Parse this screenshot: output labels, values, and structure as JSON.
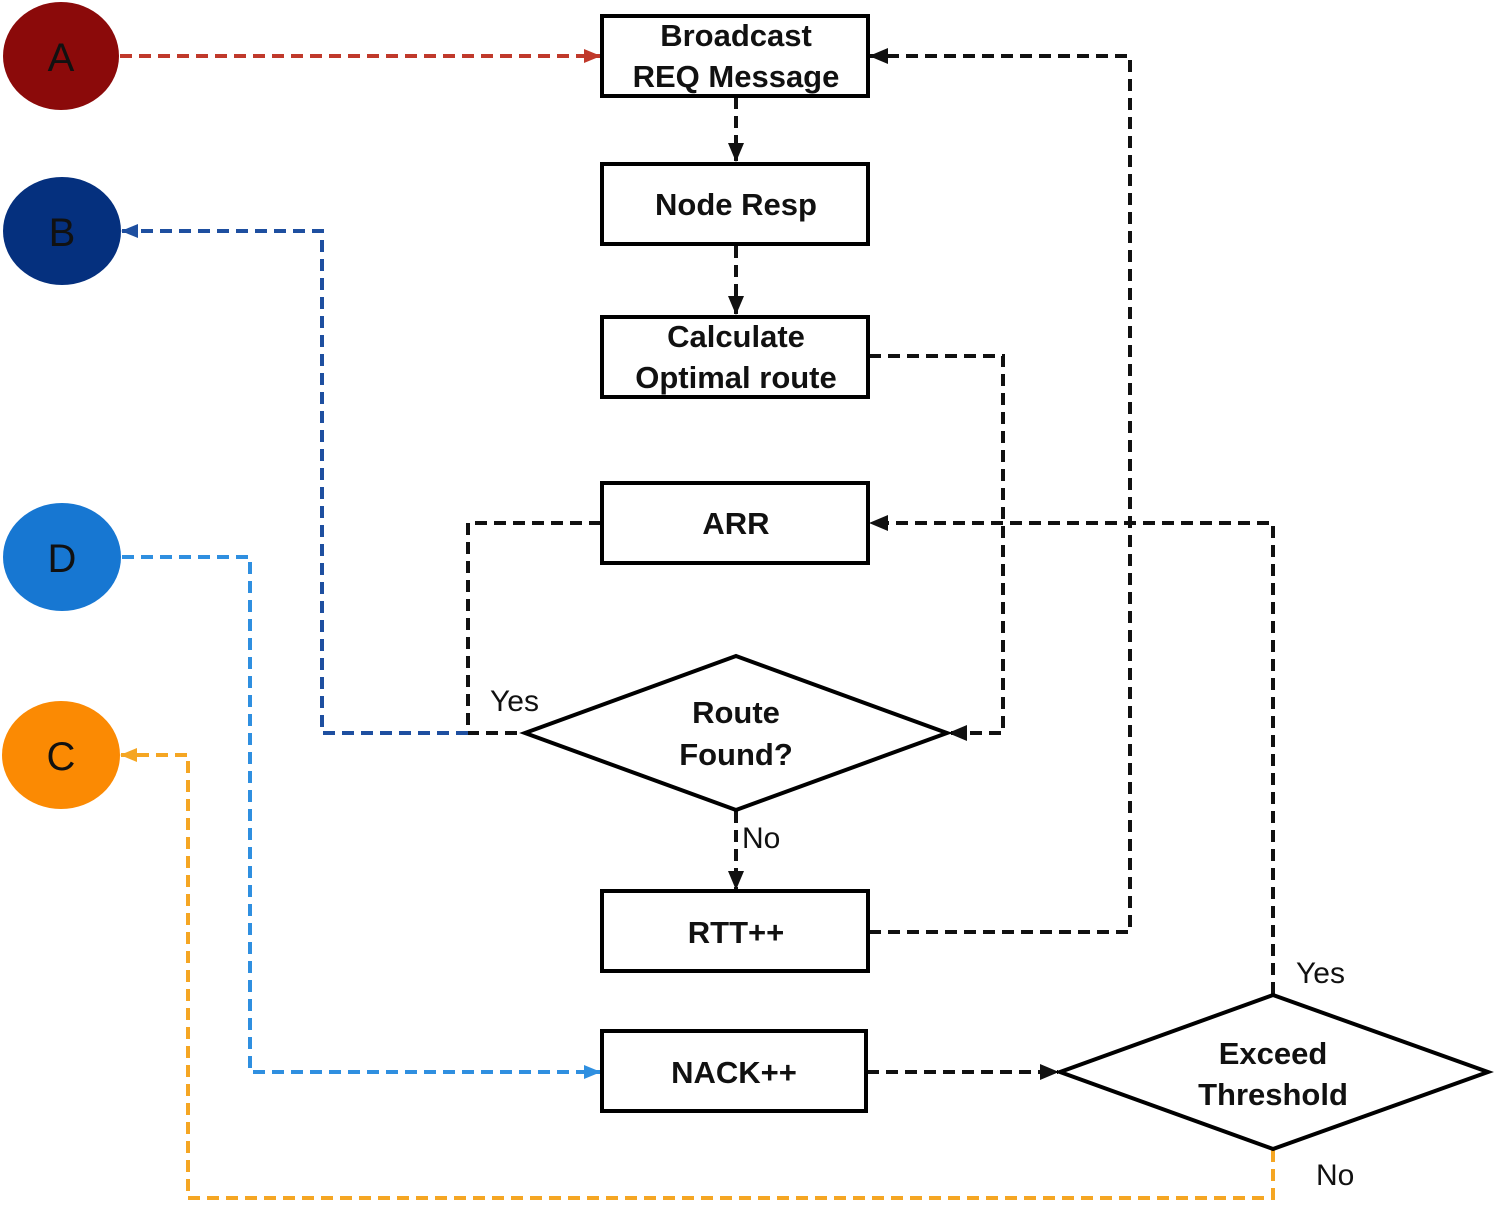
{
  "colors": {
    "A": "#8B0A0A",
    "B": "#05307E",
    "D": "#1777D2",
    "C": "#FB8A03",
    "line_dark": "#111111",
    "line_a": "#C0392B",
    "line_b": "#1E4FA0",
    "line_d": "#2F8FE0",
    "line_c": "#F5A623"
  },
  "connectors": {
    "A": {
      "label": "A"
    },
    "B": {
      "label": "B"
    },
    "D": {
      "label": "D"
    },
    "C": {
      "label": "C"
    }
  },
  "nodes": {
    "broadcast": {
      "line1": "Broadcast",
      "line2": "REQ Message"
    },
    "node_resp": {
      "label": "Node Resp"
    },
    "calculate": {
      "line1": "Calculate",
      "line2": "Optimal route"
    },
    "arr": {
      "label": "ARR"
    },
    "route_found": {
      "line1": "Route",
      "line2": "Found?"
    },
    "rtt": {
      "label": "RTT++"
    },
    "nack": {
      "label": "NACK++"
    },
    "exceed": {
      "line1": "Exceed",
      "line2": "Threshold"
    }
  },
  "edge_labels": {
    "route_yes": "Yes",
    "route_no": "No",
    "exceed_yes": "Yes",
    "exceed_no": "No"
  }
}
